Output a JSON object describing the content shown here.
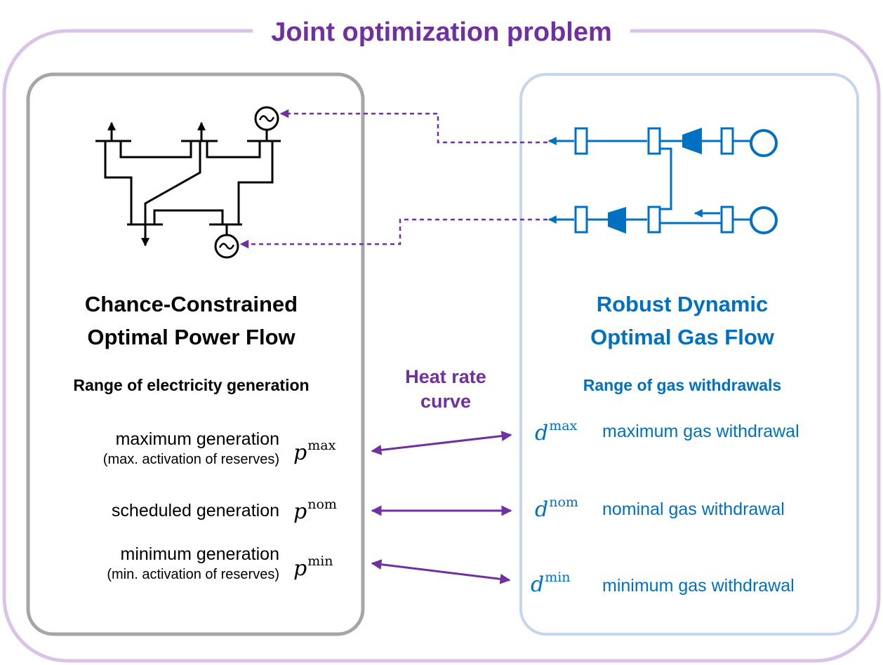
{
  "title": "Joint optimization problem",
  "power": {
    "title_line1": "Chance-Constrained",
    "title_line2": "Optimal Power Flow",
    "range_heading": "Range of electricity generation",
    "rows": [
      {
        "label": "maximum generation",
        "sublabel": "(max. activation of reserves)",
        "symbol": "p",
        "superscript": "max"
      },
      {
        "label": "scheduled generation",
        "sublabel": "",
        "symbol": "p",
        "superscript": "nom"
      },
      {
        "label": "minimum generation",
        "sublabel": "(min. activation of reserves)",
        "symbol": "p",
        "superscript": "min"
      }
    ]
  },
  "gas": {
    "title_line1": "Robust Dynamic",
    "title_line2": "Optimal Gas Flow",
    "range_heading": "Range of gas withdrawals",
    "rows": [
      {
        "label": "maximum gas withdrawal",
        "symbol": "d",
        "superscript": "max"
      },
      {
        "label": "nominal gas withdrawal",
        "symbol": "d",
        "superscript": "nom"
      },
      {
        "label": "minimum gas withdrawal",
        "symbol": "d",
        "superscript": "min"
      }
    ]
  },
  "link": {
    "line1": "Heat rate",
    "line2": "curve"
  },
  "colors": {
    "purple": "#7030a0",
    "outer_border": "#d9c3e6",
    "power_border": "#a6a6a6",
    "gas_border": "#c5d5f0",
    "gas_blue": "#0070c0"
  },
  "icons": {
    "generator": "ac-generator-icon",
    "load": "load-arrow-icon",
    "compressor": "compressor-icon",
    "source": "gas-source-icon"
  }
}
